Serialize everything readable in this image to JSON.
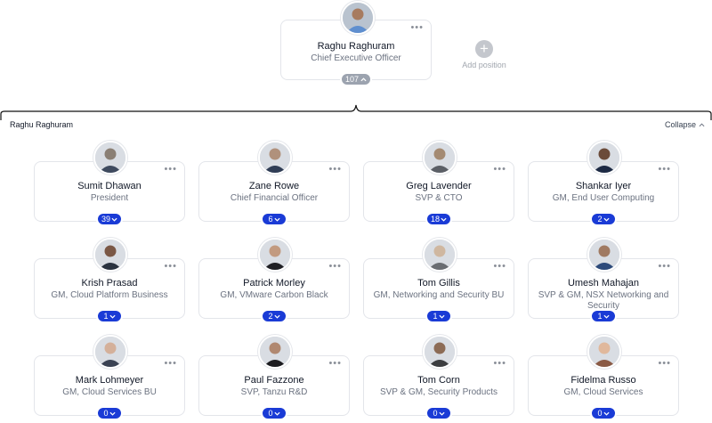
{
  "root": {
    "name": "Raghu Raghuram",
    "title": "Chief Executive Officer",
    "count": "107"
  },
  "add_position": {
    "label": "Add position"
  },
  "group": {
    "name": "Raghu Raghuram",
    "collapse_label": "Collapse"
  },
  "children": [
    {
      "name": "Sumit Dhawan",
      "title": "President",
      "count": "39"
    },
    {
      "name": "Zane Rowe",
      "title": "Chief Financial Officer",
      "count": "6"
    },
    {
      "name": "Greg Lavender",
      "title": "SVP & CTO",
      "count": "18"
    },
    {
      "name": "Shankar Iyer",
      "title": "GM, End User Computing",
      "count": "2"
    },
    {
      "name": "Krish Prasad",
      "title": "GM, Cloud Platform Business",
      "count": "1"
    },
    {
      "name": "Patrick Morley",
      "title": "GM, VMware Carbon Black",
      "count": "2"
    },
    {
      "name": "Tom Gillis",
      "title": "GM, Networking and Security BU",
      "count": "1"
    },
    {
      "name": "Umesh Mahajan",
      "title": "SVP & GM, NSX Networking and Security",
      "count": "1"
    },
    {
      "name": "Mark Lohmeyer",
      "title": "GM, Cloud Services BU",
      "count": "0"
    },
    {
      "name": "Paul Fazzone",
      "title": "SVP, Tanzu R&D",
      "count": "0"
    },
    {
      "name": "Tom Corn",
      "title": "SVP & GM, Security Products",
      "count": "0"
    },
    {
      "name": "Fidelma Russo",
      "title": "GM, Cloud Services",
      "count": "0"
    }
  ],
  "colors": {
    "count_badge": "#1a3bd6",
    "root_badge": "#9ca3af",
    "card_border": "#e3e5ea"
  },
  "icons": {
    "more": "more-options-icon",
    "chevron": "chevron-down-icon",
    "add": "plus-icon"
  }
}
